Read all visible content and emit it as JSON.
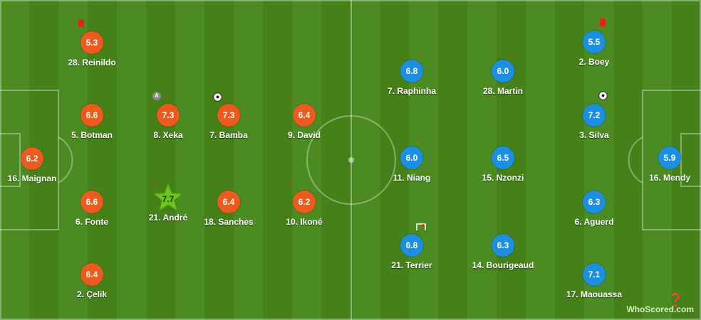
{
  "source_logo": "WhoScored.com",
  "colors": {
    "home": "#ec5a1e",
    "away": "#1b8fe0",
    "motm": "#6cc51c",
    "sub_off": "#ff2a1a",
    "card": "#f21d1d"
  },
  "home_players": [
    {
      "name": "16. Maignan",
      "rating": "6.2"
    },
    {
      "name": "28. Reinildo",
      "rating": "5.3",
      "events": [
        "red-card"
      ]
    },
    {
      "name": "5. Botman",
      "rating": "6.6"
    },
    {
      "name": "6. Fonte",
      "rating": "6.6"
    },
    {
      "name": "2. Çelik",
      "rating": "6.4"
    },
    {
      "name": "8. Xeka",
      "rating": "7.3",
      "events": [
        "captain",
        "sub-off"
      ]
    },
    {
      "name": "7. Bamba",
      "rating": "7.3",
      "events": [
        "goal"
      ]
    },
    {
      "name": "9. David",
      "rating": "6.4",
      "events": [
        "sub-off"
      ]
    },
    {
      "name": "21. André",
      "rating": "7.7",
      "events": [
        "sub-off",
        "man-of-the-match"
      ]
    },
    {
      "name": "18. Sanches",
      "rating": "6.4",
      "events": [
        "sub-off"
      ]
    },
    {
      "name": "10. Ikoné",
      "rating": "6.2",
      "events": [
        "sub-off"
      ]
    }
  ],
  "away_players": [
    {
      "name": "7. Raphinha",
      "rating": "6.8",
      "events": [
        "sub-off"
      ]
    },
    {
      "name": "28. Martin",
      "rating": "6.0",
      "events": [
        "sub-off"
      ]
    },
    {
      "name": "2. Boey",
      "rating": "5.5",
      "events": [
        "red-card"
      ]
    },
    {
      "name": "3. Silva",
      "rating": "7.2",
      "events": [
        "goal"
      ]
    },
    {
      "name": "11. Niang",
      "rating": "6.0",
      "events": [
        "sub-off"
      ]
    },
    {
      "name": "15. Nzonzi",
      "rating": "6.5"
    },
    {
      "name": "16. Mendy",
      "rating": "5.9"
    },
    {
      "name": "6. Aguerd",
      "rating": "6.3"
    },
    {
      "name": "21. Terrier",
      "rating": "6.8",
      "events": [
        "woodwork"
      ]
    },
    {
      "name": "14. Bourigeaud",
      "rating": "6.3",
      "events": [
        "sub-off"
      ]
    },
    {
      "name": "17. Maouassa",
      "rating": "7.1"
    }
  ],
  "icons": {
    "sub_off": "↓",
    "captain": "A"
  }
}
